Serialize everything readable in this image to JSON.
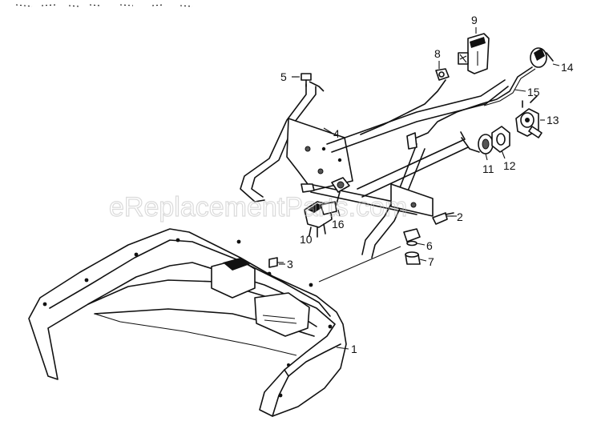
{
  "diagram": {
    "watermark": "eReplacementParts.com",
    "callouts": [
      {
        "id": "c1",
        "label": "1"
      },
      {
        "id": "c2",
        "label": "2"
      },
      {
        "id": "c3",
        "label": "3"
      },
      {
        "id": "c4",
        "label": "4"
      },
      {
        "id": "c5",
        "label": "5"
      },
      {
        "id": "c6",
        "label": "6"
      },
      {
        "id": "c7",
        "label": "7"
      },
      {
        "id": "c8",
        "label": "8"
      },
      {
        "id": "c9",
        "label": "9"
      },
      {
        "id": "c10",
        "label": "10"
      },
      {
        "id": "c11",
        "label": "11"
      },
      {
        "id": "c12",
        "label": "12"
      },
      {
        "id": "c13",
        "label": "13"
      },
      {
        "id": "c14",
        "label": "14"
      },
      {
        "id": "c15",
        "label": "15"
      },
      {
        "id": "c16",
        "label": "16"
      }
    ]
  }
}
